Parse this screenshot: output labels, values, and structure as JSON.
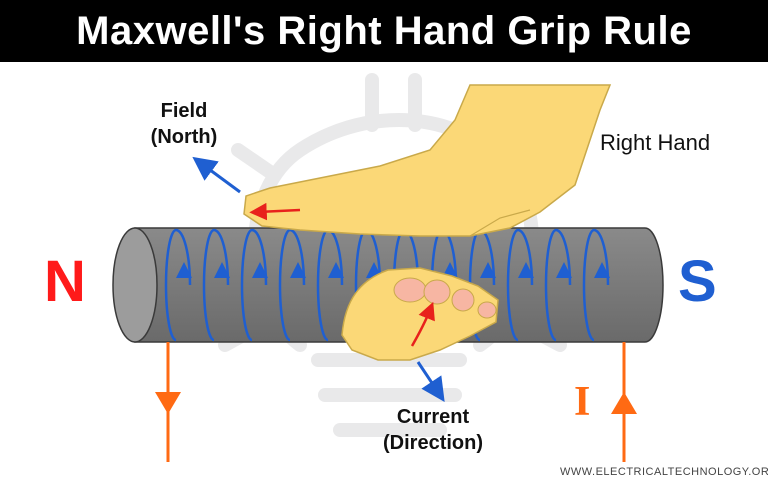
{
  "title": "Maxwell's Right Hand Grip Rule",
  "labels": {
    "field_line1": "Field",
    "field_line2": "(North)",
    "right_hand": "Right Hand",
    "north_pole": "N",
    "south_pole": "S",
    "current_line1": "Current",
    "current_line2": "(Direction)",
    "current_symbol": "I"
  },
  "watermark": "WWW.ELECTRICALTECHNOLOGY.ORG",
  "colors": {
    "title_bg": "#000000",
    "north": "#ff1a1a",
    "south": "#1f5fd1",
    "coil": "#1f5fd1",
    "current": "#ff6a13",
    "solenoid": "#7d7d7d",
    "hand": "#fbd877",
    "thumb_arrow": "#e8211c"
  },
  "icons": {
    "background": "light-bulb-icon",
    "hand": "right-hand-icon"
  }
}
